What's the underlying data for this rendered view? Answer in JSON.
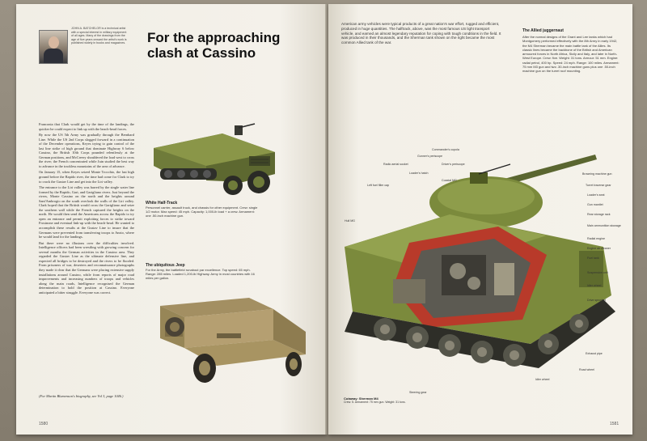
{
  "left_page": {
    "headline": "For the approaching clash at Cassino",
    "author_bio": "JOHN A. BATCHELOR is a technical artist with a special interest in military equipment of all ages. Many of the drawings from the age of five years onward the artist's work is published widely in books and magazines.",
    "article_paragraphs": [
      "Franconia that Clark would get by the time of the landings, the quicker he could expect to link up with the beach-head forces.",
      "By now the US 5th Army was gradually through the Bernhard Line. While the US 2nd Corps slogged forward in a continuation of the December operations, Keyes trying to gain control of the last line strike of high ground that dominate Highway 6 below Cassino, the British 10th Corps pounded relentlessly at the German positions, and McCreery shouldered the load west to cross the river; the French concentrated while Juin studied the best way to advance in the trackless mountains of the area of advance.",
      "On January 15, when Keyes seized Monte Trocchio, the last high ground before the Rapido river, the time had come for Clark to try to crack the Gustav Line and get into the Liri valley.",
      "The entrance to the Liri valley was barred by the single water line formed by the Rapido, Gari, and Garigliano rivers. Just beyond the rivers, Monte Cassino on the north and the heights around Sant'Ambrogio on the south overlook the walls of the Liri valley. Clark hoped that the British would cross the Garigliano and seize the southern wall while the French captured the heights on the north. He would then send the Americans across the Rapido to try open an entrance and permit exploiting forces to strike toward Frosinone and eventual link-up with the beach-head. He wanted to accomplish these results at the Gustav Line to insure that the Germans were prevented from transferring troops to Anzio, where he would land for the landings.",
      "But there were no illusions over the difficulties involved. Intelligence officers had been wrestling with growing concern for several months the German activities in the Cassino area. They regarded the Gustav Line as the ultimate defensive line, and expected all bridges to be destroyed and the rivers to be flooded. From prisoners of war, deserters and reconnaissance photographs they made it clear that the Germans were placing extensive supply installations around Cassino, while from reports of major road improvements and increasing numbers of troops and vehicles along the main roads, Intelligence recognised the German determination to hold the position at Cassino. Everyone anticipated a bitter struggle. Everyone was correct."
    ],
    "reference": "(For Martin Blumenson's biography, see Vol 3, page 1046.)",
    "page_number": "1580",
    "halftrack_caption_title": "White Half-Track",
    "halftrack_caption_body": "Personnel carrier, assault truck, and chassis for other equipment. Crew: single 1/2 motor. Max speed: 45 mph. Capacity: 1,000-lb load + a crew. Armament: one .50-inch machine gun.",
    "jeep_caption_title": "The ubiquitous Jeep",
    "jeep_caption_body": "For the Army, the battlefield runabout par excellence. Top speed: 65 mph. Range: 285 miles. Loaded 1,200-lb Highway. Army in most countries with 16 miles per gallon."
  },
  "right_page": {
    "intro_text": "American army vehicles were typical products of a great nation's war effort, rugged and efficient, produced in huge quantities. The halftrack, above, was the most famous US light transport vehicle, and earned an almost legendary reputation for coping with tough conditions in the field. It was produced in their thousands, and the Sherman tank shown on the right became the most common Allied tank of the war.",
    "sidebar_title": "The Allied juggernaut",
    "sidebar_body": "After the normal designs of the Grant and Lee tanks which had Montgomery performed effectively with the 8th Army in early 1942, the M4 Sherman became the main battle tank of the Allies. Its classic lines became the backbone of the British and American armoured forces in North Africa, Sicily and Italy, and later in North-West Europe. Crew: five. Weight: 31 tons. Armour: 51 mm. Engine: radial petrol, 400 hp. Speed: 24 mph. Range: 100 miles. Armament: 75 mm M3 gun and two .30-inch machine guns plus one .50-inch machine gun on the turret roof mounting.",
    "page_number": "1581",
    "tank_caption_title": "Cutaway: Sherman M4",
    "tank_caption_body": "Crew: 5. Armament: 75 mm gun. Weight: 31 tons.",
    "tank_labels_left": [
      "Commander's cupola",
      "Gunner's periscope",
      "Radio aerial socket",
      "Driver's periscope",
      "Loader's hatch",
      "Coaxial MG",
      "Left fuel filler cap",
      "Hull MG"
    ],
    "tank_labels_right": [
      "Browning machine gun",
      "Turret traverse gear",
      "Loader's seat",
      "Gun mantlet",
      "Rear storage rack",
      "Main ammunition stowage",
      "Radial engine",
      "Engine air cleaner",
      "Fuel tank",
      "Suspension unit",
      "Idler wheel",
      "Drive sprocket",
      "Exhaust pipe",
      "Road wheel"
    ],
    "tank_labels_bottom": [
      "Idler wheel",
      "Steering gear"
    ]
  },
  "colors": {
    "olive": "#7b8a3c",
    "olive_dark": "#4f5a22",
    "tan": "#b89f6d",
    "red_cutaway": "#b83a2a",
    "paper": "#f3f0e8"
  }
}
